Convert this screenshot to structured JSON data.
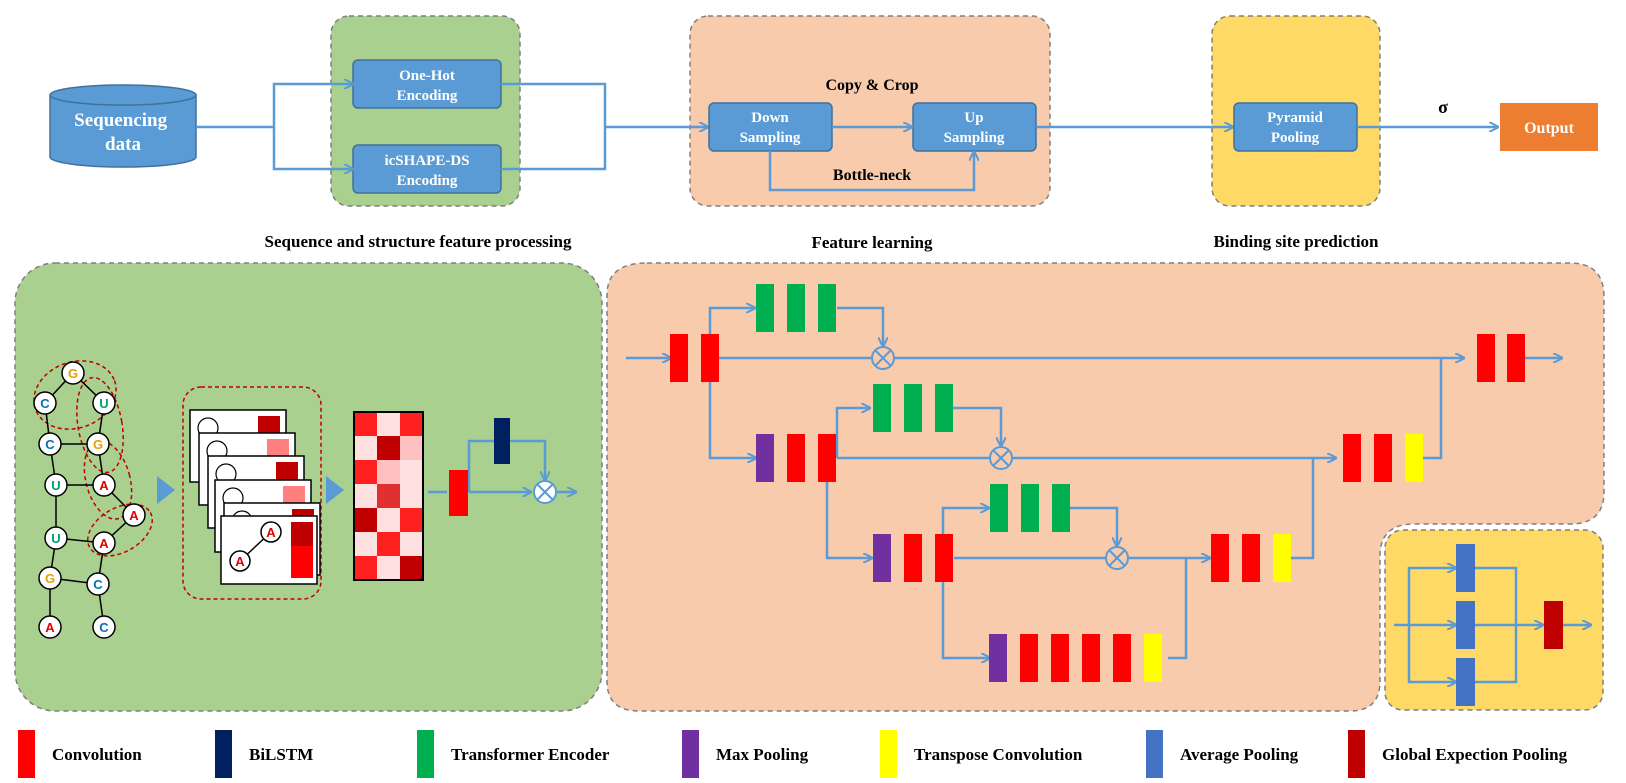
{
  "top": {
    "sequencing_data": "Sequencing data",
    "one_hot": "One-Hot Encoding",
    "icshape": "icSHAPE-DS Encoding",
    "down_sampling": "Down Sampling",
    "up_sampling": "Up Sampling",
    "copy_crop": "Copy & Crop",
    "bottleneck": "Bottle-neck",
    "pyramid_pooling": "Pyramid Pooling",
    "sigma": "σ",
    "output": "Output"
  },
  "captions": {
    "sequence_structure": "Sequence and structure feature processing",
    "feature_learning": "Feature learning",
    "binding_site": "Binding site prediction"
  },
  "rna_structure": {
    "nucleotides": [
      "G",
      "C",
      "U",
      "C",
      "G",
      "U",
      "A",
      "A",
      "U",
      "A",
      "G",
      "C",
      "A",
      "C"
    ]
  },
  "legend": [
    {
      "label": "Convolution",
      "color": "#ff0000"
    },
    {
      "label": "BiLSTM",
      "color": "#002060"
    },
    {
      "label": "Transformer Encoder",
      "color": "#00b050"
    },
    {
      "label": "Max Pooling",
      "color": "#7030a0"
    },
    {
      "label": "Transpose Convolution",
      "color": "#ffff00"
    },
    {
      "label": "Average Pooling",
      "color": "#4472c4"
    },
    {
      "label": "Global Expection Pooling",
      "color": "#c00000"
    }
  ],
  "colors": {
    "green_panel": "#a9d08e",
    "orange_panel": "#f8cbad",
    "yellow_panel": "#ffd966",
    "blue_box": "#5b9bd5",
    "output_box": "#ed7d31",
    "arrow": "#5b9bd5"
  }
}
